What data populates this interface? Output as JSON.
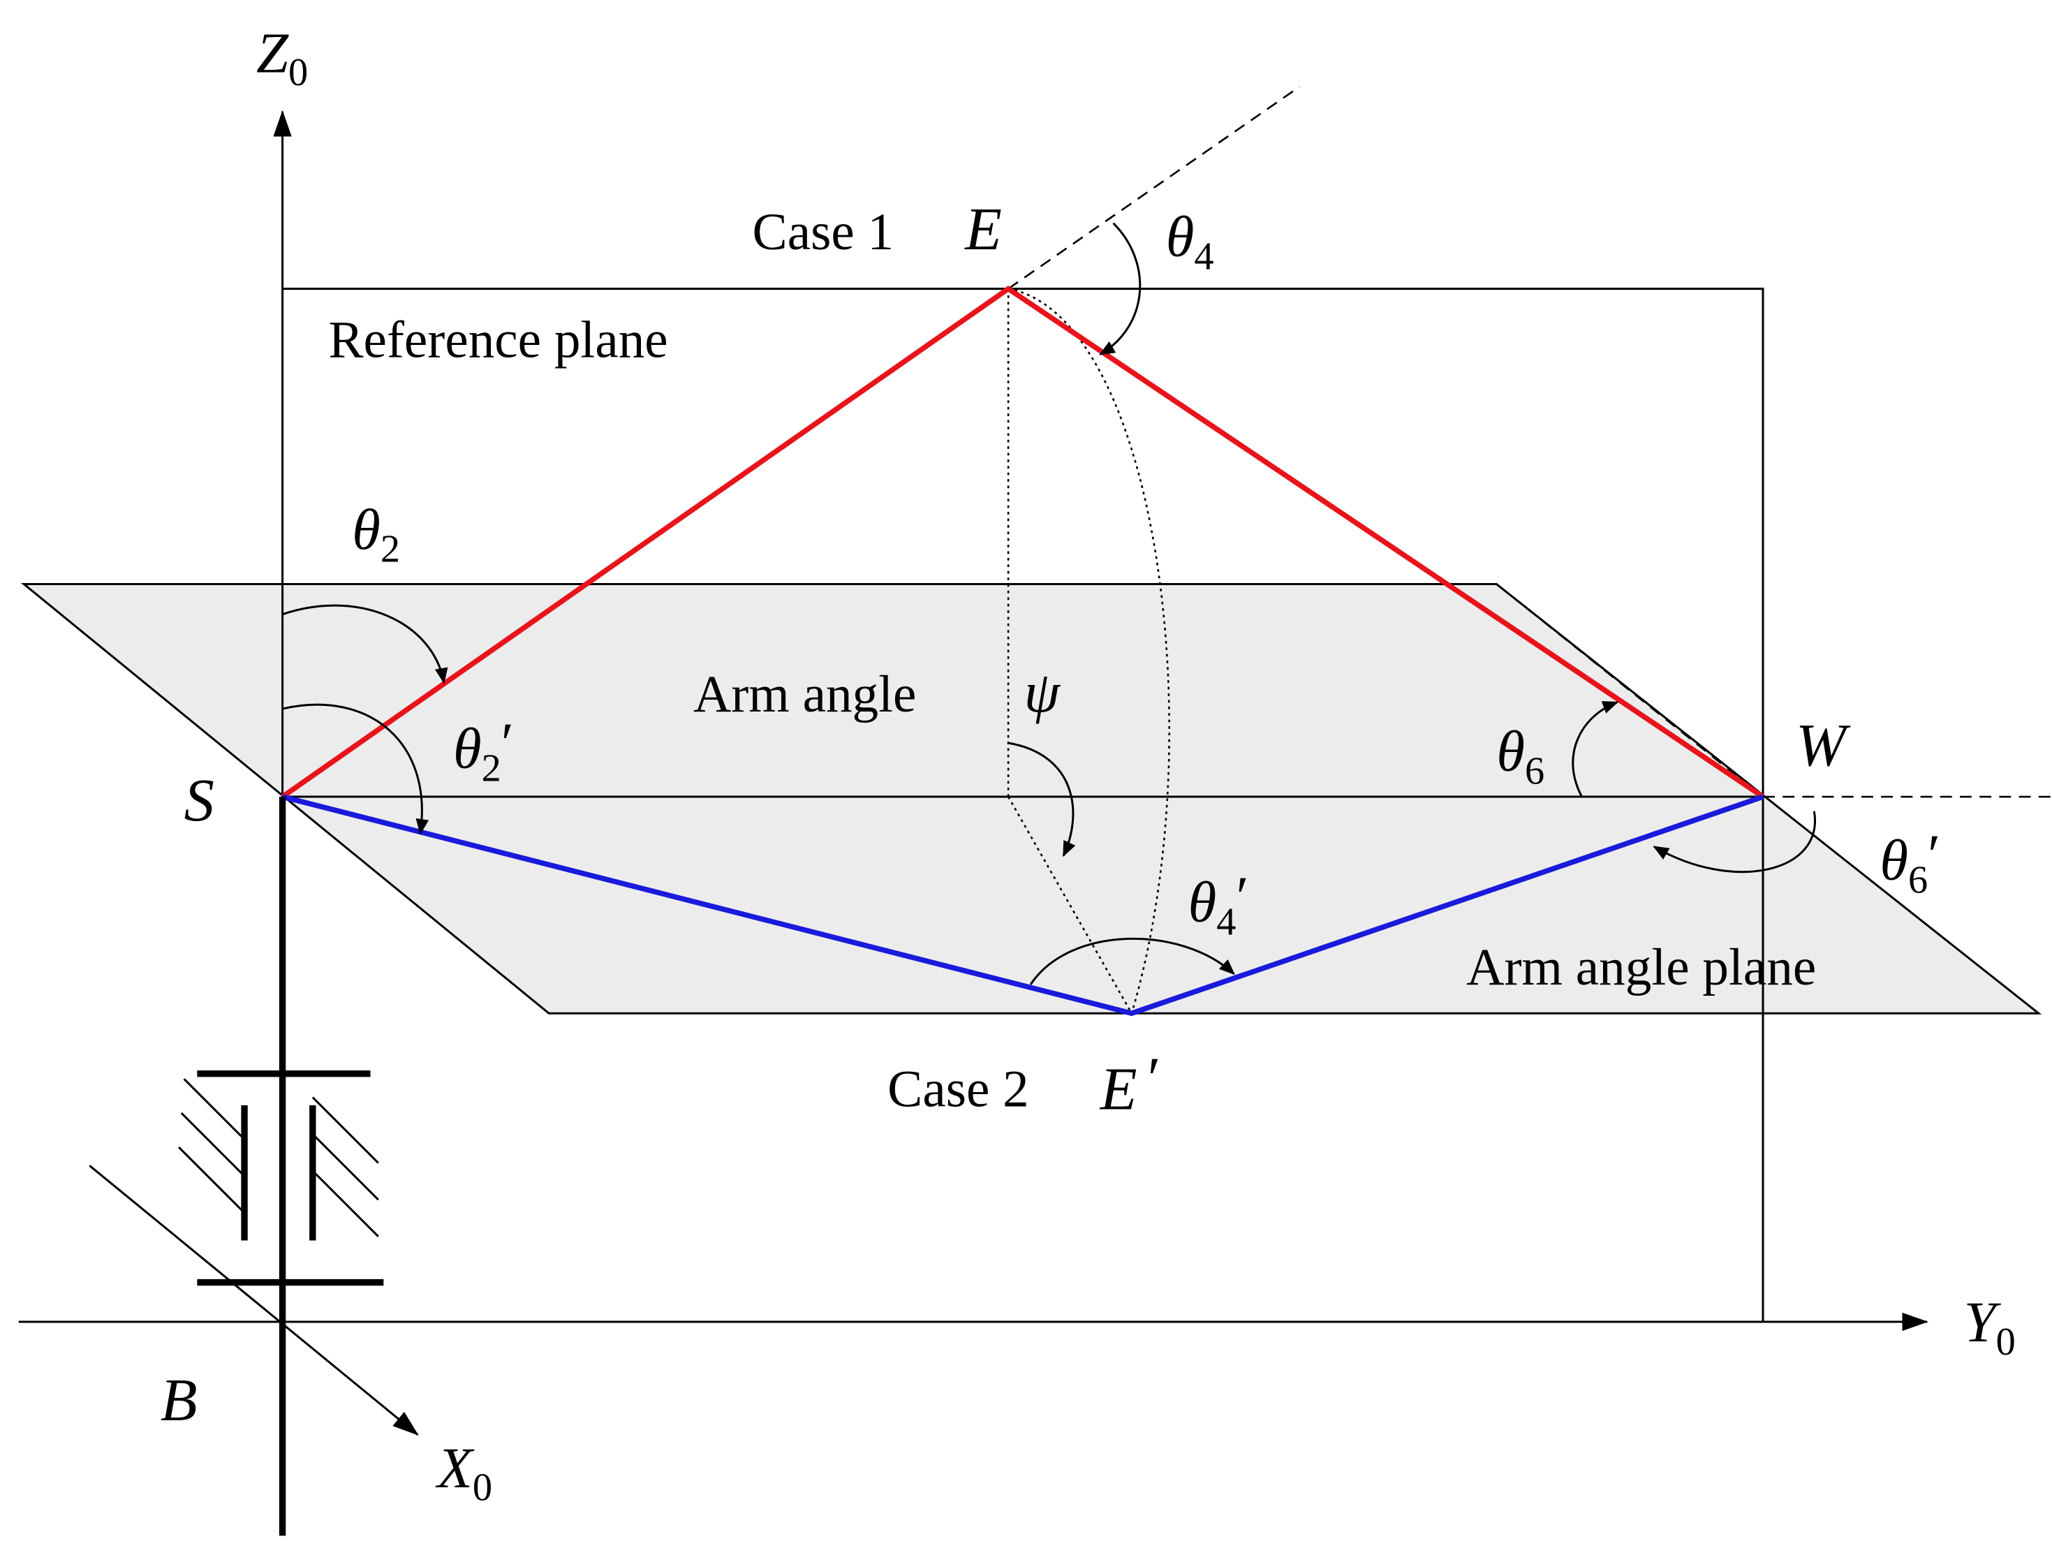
{
  "labels": {
    "z_axis": "Z",
    "z_axis_sub": "0",
    "y_axis": "Y",
    "y_axis_sub": "0",
    "x_axis": "X",
    "x_axis_sub": "0",
    "case1": "Case 1",
    "point_e": "E",
    "theta4": "θ",
    "theta4_sub": "4",
    "reference_plane": "Reference plane",
    "theta2": "θ",
    "theta2_sub": "2",
    "arm_angle": "Arm angle",
    "psi": "ψ",
    "theta2p": "θ",
    "theta2p_sub": "2",
    "theta2p_prime": "′",
    "point_s": "S",
    "theta6": "θ",
    "theta6_sub": "6",
    "point_w": "W",
    "theta6p": "θ",
    "theta6p_sub": "6",
    "theta6p_prime": "′",
    "theta4p": "θ",
    "theta4p_sub": "4",
    "theta4p_prime": "′",
    "arm_angle_plane": "Arm angle plane",
    "case2": "Case 2",
    "point_ep": "E",
    "point_ep_prime": "′",
    "point_b": "B"
  },
  "colors": {
    "case1_links": "#e8141b",
    "case2_links": "#1a1adc",
    "plane_fill": "#ececec",
    "line": "#000000"
  }
}
